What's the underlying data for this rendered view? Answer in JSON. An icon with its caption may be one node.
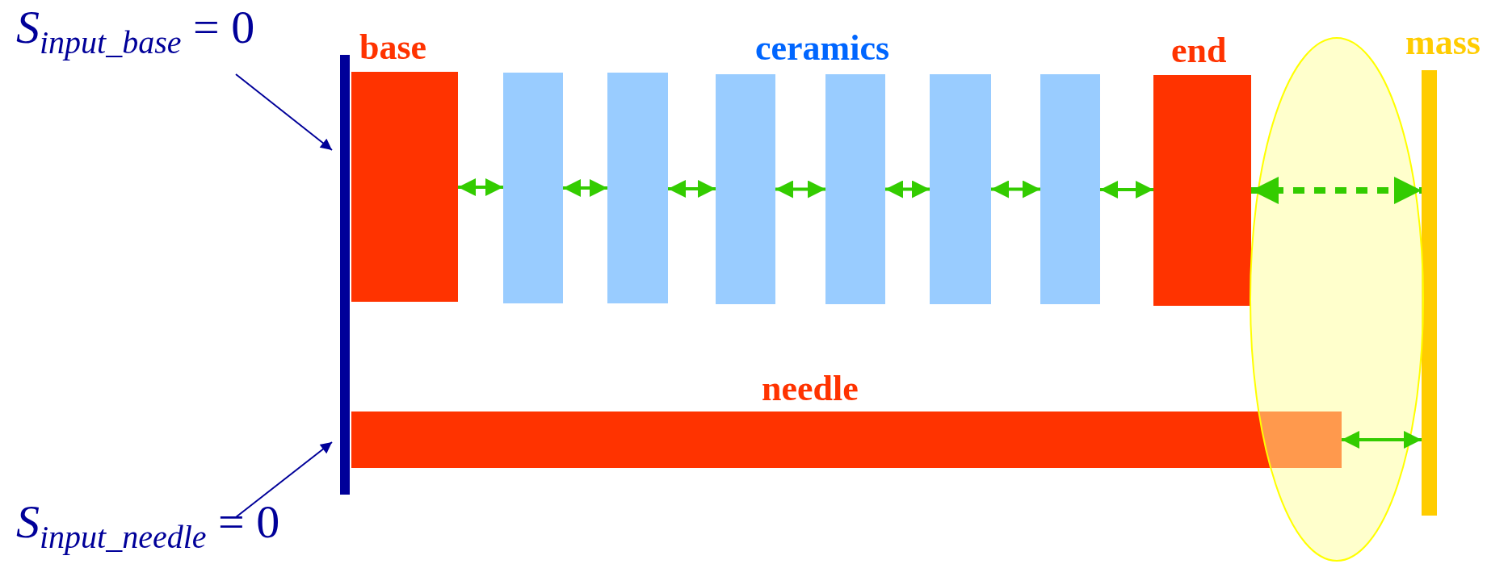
{
  "diagram": {
    "nodes": [
      {
        "text": [
          "*S*$_{input_base}$ = 0"
        ]
      },
      {
        "text": [],
        "shape": "bar"
      },
      {
        "text": [
          "base"
        ]
      },
      {
        "text": [],
        "shape": "box"
      },
      {
        "text": [],
        "shape": "box"
      },
      {
        "text": [],
        "shape": "box"
      },
      {
        "text": [],
        "shape": "box"
      },
      {
        "text": [],
        "shape": "box"
      },
      {
        "text": [],
        "shape": "box"
      },
      {
        "text": [
          "end"
        ]
      },
      {
        "text": [
          "mass"
        ]
      },
      {
        "text": [
          "needle"
        ]
      },
      {
        "text": [
          "*S*$_{input_needle}$ = 0"
        ]
      }
    ],
    "edges": [
      {
        "from": 0,
        "to": 1,
        "arrow": "to",
        "color": "#000099"
      },
      {
        "from": 2,
        "to": 3,
        "arrow": "both"
      },
      {
        "from": 3,
        "to": 4,
        "arrow": "both"
      },
      {
        "from": 4,
        "to": 5,
        "arrow": "both"
      },
      {
        "from": 5,
        "to": 6,
        "arrow": "both"
      },
      {
        "from": 6,
        "to": 7,
        "arrow": "both"
      },
      {
        "from": 7,
        "to": 8,
        "arrow": "both"
      },
      {
        "from": 8,
        "to": 9,
        "arrow": "both"
      },
      {
        "from": 9,
        "to": 10,
        "arrow": "both",
        "style": "dashed"
      },
      {
        "from": 11,
        "to": 10,
        "arrow": "both"
      },
      {
        "from": 12,
        "to": 1,
        "arrow": "to",
        "color": "#000099"
      }
    ],
    "labels": [
      "ceramics"
    ]
  }
}
